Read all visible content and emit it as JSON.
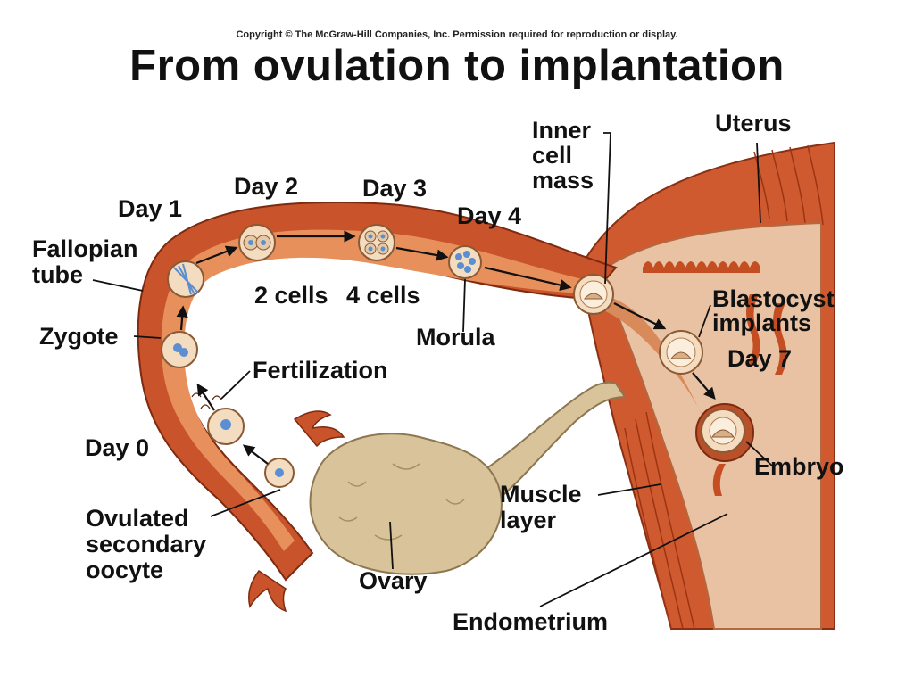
{
  "copyright": "Copyright © The McGraw-Hill Companies, Inc. Permission required for reproduction or display.",
  "title": "From ovulation to implantation",
  "labels": {
    "day1": "Day 1",
    "day2": "Day 2",
    "day3": "Day 3",
    "day4": "Day 4",
    "day0": "Day 0",
    "day7": "Day 7",
    "fallopian_tube": "Fallopian\ntube",
    "zygote": "Zygote",
    "fertilization": "Fertilization",
    "two_cells": "2 cells",
    "four_cells": "4 cells",
    "morula": "Morula",
    "inner_cell_mass": "Inner\ncell\nmass",
    "uterus": "Uterus",
    "blastocyst_implants": "Blastocyst\nimplants",
    "embryo": "Embryo",
    "muscle_layer": "Muscle\nlayer",
    "ovulated_oocyte": "Ovulated\nsecondary\noocyte",
    "ovary": "Ovary",
    "endometrium": "Endometrium"
  },
  "colors": {
    "tube_wall": "#c9532a",
    "tube_lumen": "#e8905c",
    "muscle": "#cf5a30",
    "endometrium": "#e9c2a4",
    "ovary": "#d9c39a",
    "cell": "#f3dcc0",
    "nucleus": "#5b8fd1"
  }
}
